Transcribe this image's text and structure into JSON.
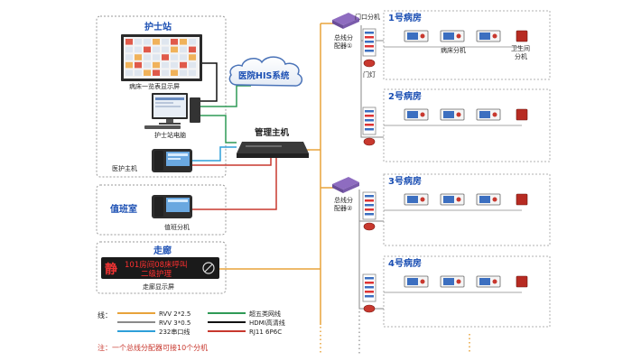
{
  "nurse_station": {
    "title": "护士站",
    "screen_label": "病床一览表显示屏",
    "pc_label": "护士站电脑",
    "host_label": "医护主机"
  },
  "his": {
    "label": "医院HIS系统"
  },
  "management_host": {
    "label": "管理主机"
  },
  "duty_room": {
    "title": "值班室",
    "device_label": "值班分机"
  },
  "corridor": {
    "title": "走廊",
    "display_text_line1": "101房间08床呼叫",
    "display_text_line2": "二级护理",
    "display_glyph": "静",
    "display_label": "走廊显示屏"
  },
  "distributors": [
    {
      "label_line1": "总线分",
      "label_line2": "配器①"
    },
    {
      "label_line1": "总线分",
      "label_line2": "配器②"
    }
  ],
  "ward_labels": {
    "door_extension": "门口分机",
    "door_light": "门灯",
    "bed_extension": "病床分机",
    "bathroom_line1": "卫生间",
    "bathroom_line2": "分机"
  },
  "wards": [
    {
      "name": "1号病房"
    },
    {
      "name": "2号病房"
    },
    {
      "name": "3号病房"
    },
    {
      "name": "4号病房"
    }
  ],
  "legend": {
    "title": "线：",
    "items": [
      {
        "label": "RVV 2*2.5",
        "color": "#e8a33a"
      },
      {
        "label": "超五类网线",
        "color": "#2f9a56"
      },
      {
        "label": "RVV 3*0.5",
        "color": "#8a8a8a"
      },
      {
        "label": "HDMI高清线",
        "color": "#111111"
      },
      {
        "label": "232串口线",
        "color": "#2e9fd9"
      },
      {
        "label": "RJ11 6P6C",
        "color": "#c8382e"
      }
    ]
  },
  "note": "注：一个总线分配器可接10个分机"
}
